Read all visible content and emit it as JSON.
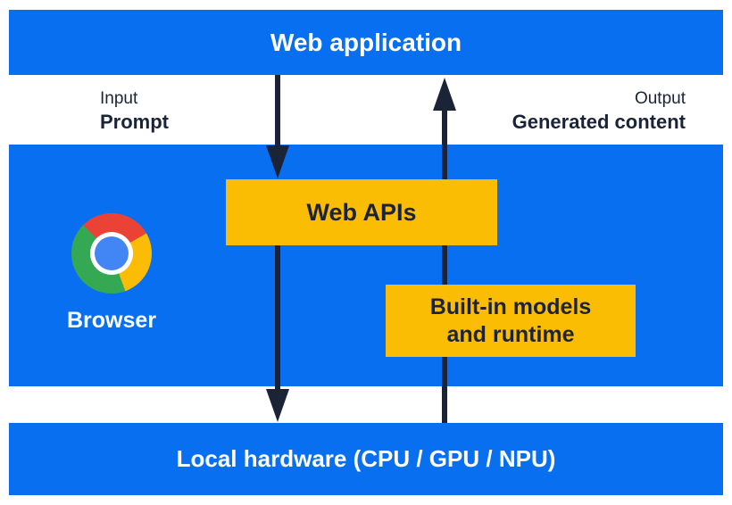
{
  "diagram": {
    "top_bar": {
      "label": "Web application"
    },
    "io_labels": {
      "input": {
        "title": "Input",
        "value": "Prompt"
      },
      "output": {
        "title": "Output",
        "value": "Generated content"
      }
    },
    "browser_panel": {
      "icon": "chrome-browser-logo",
      "label": "Browser",
      "boxes": {
        "web_apis": {
          "label": "Web APIs"
        },
        "builtin": {
          "line1": "Built-in models",
          "line2": "and runtime"
        }
      }
    },
    "bottom_bar": {
      "label": "Local hardware (CPU / GPU / NPU)"
    },
    "arrows": [
      {
        "id": "input-arrow-upper",
        "direction": "down",
        "from": "Web application",
        "to": "Web APIs"
      },
      {
        "id": "input-arrow-lower",
        "direction": "down",
        "from": "Web APIs",
        "to": "Local hardware (CPU / GPU / NPU)"
      },
      {
        "id": "output-arrow",
        "direction": "up",
        "from": "Local hardware (CPU / GPU / NPU)",
        "to": "Web application"
      }
    ]
  },
  "colors": {
    "panel_blue": "#0870F0",
    "box_yellow": "#FBBC04",
    "ink_navy": "#1B2336",
    "text_white": "#FFFFFF",
    "chrome_red": "#EA4335",
    "chrome_yellow": "#FBBC05",
    "chrome_green": "#34A853",
    "chrome_blue": "#4285F4"
  }
}
